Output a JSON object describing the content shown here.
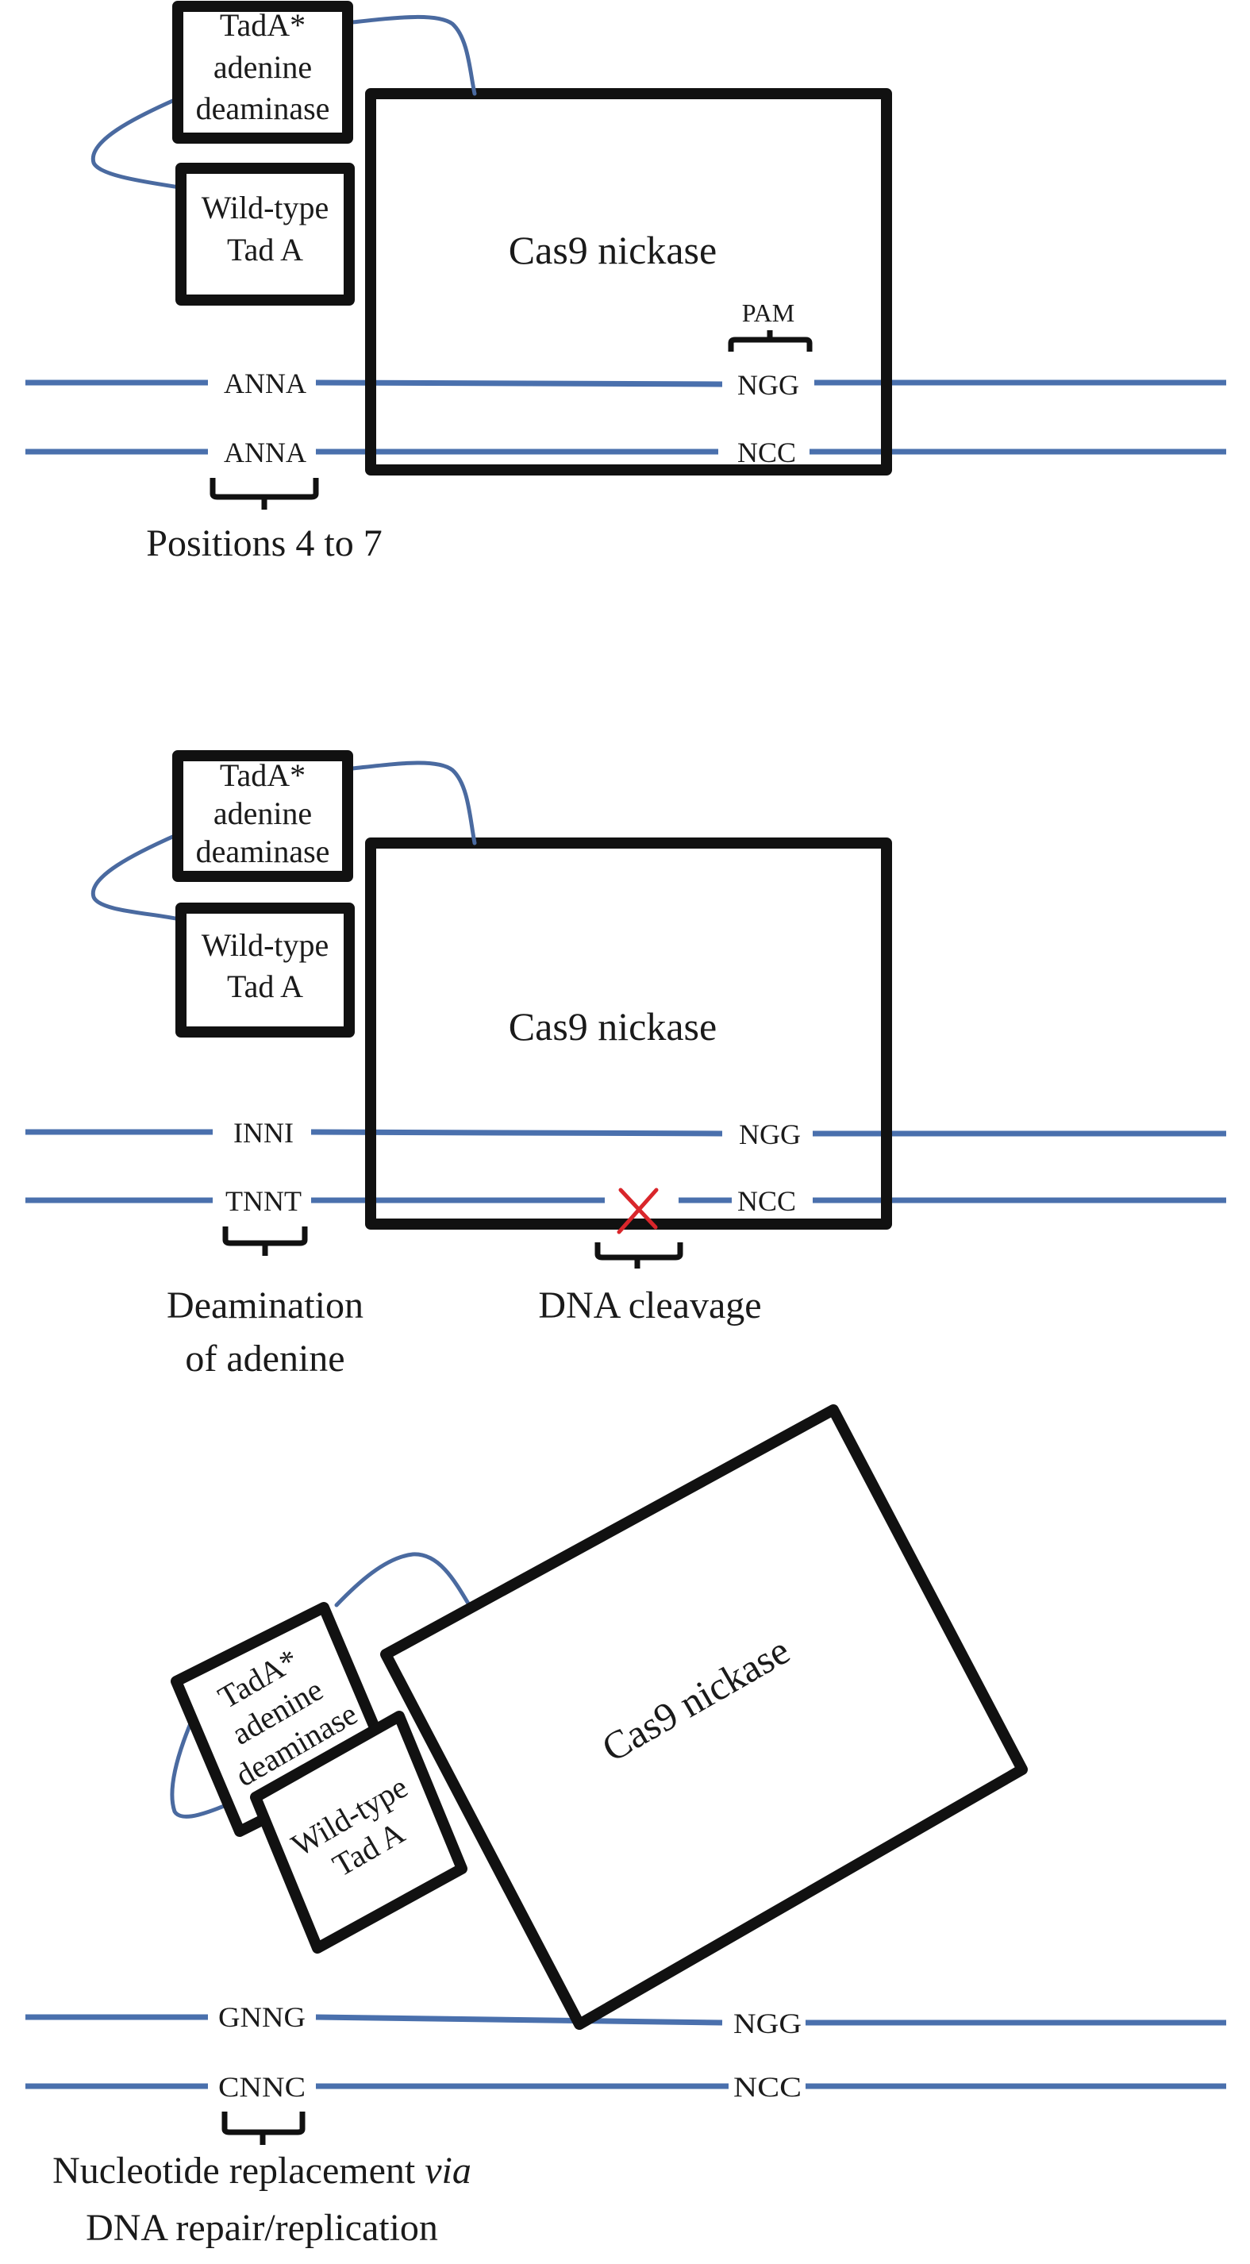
{
  "figure": {
    "panels": [
      {
        "id": "binding",
        "tada_star_box": [
          "TadA*",
          "adenine",
          "deaminase"
        ],
        "wild_type_box": [
          "Wild-type",
          "Tad A"
        ],
        "cas9_label": "Cas9 nickase",
        "pam_label": "PAM",
        "top_strand": {
          "target": "ANNA",
          "pam": "NGG"
        },
        "bottom_strand": {
          "target": "ANNA",
          "pam": "NCC"
        },
        "annotation": "Positions 4 to 7"
      },
      {
        "id": "deamination",
        "tada_star_box": [
          "TadA*",
          "adenine",
          "deaminase"
        ],
        "wild_type_box": [
          "Wild-type",
          "Tad A"
        ],
        "cas9_label": "Cas9 nickase",
        "top_strand": {
          "target": "INNI",
          "pam": "NGG"
        },
        "bottom_strand": {
          "target": "TNNT",
          "pam": "NCC"
        },
        "annotation": [
          "Deamination",
          "of adenine"
        ],
        "cleavage_annotation": "DNA cleavage",
        "cleavage_marker": "x-mark"
      },
      {
        "id": "replacement",
        "tada_star_box": [
          "TadA*",
          "adenine",
          "deaminase"
        ],
        "wild_type_box": [
          "Wild-type",
          "Tad A"
        ],
        "cas9_label": "Cas9 nickase",
        "top_strand": {
          "target": "GNNG",
          "pam": "NGG"
        },
        "bottom_strand": {
          "target": "CNNC",
          "pam": "NCC"
        },
        "annotation_line1_prefix": "Nucleotide replacement ",
        "annotation_line1_italic": "via",
        "annotation_line2": "DNA repair/replication"
      }
    ],
    "colors": {
      "dna_strand": "#4a70ad",
      "linker": "#4a6aa0",
      "outline": "#111111",
      "cleavage_mark": "#d9262b"
    }
  }
}
